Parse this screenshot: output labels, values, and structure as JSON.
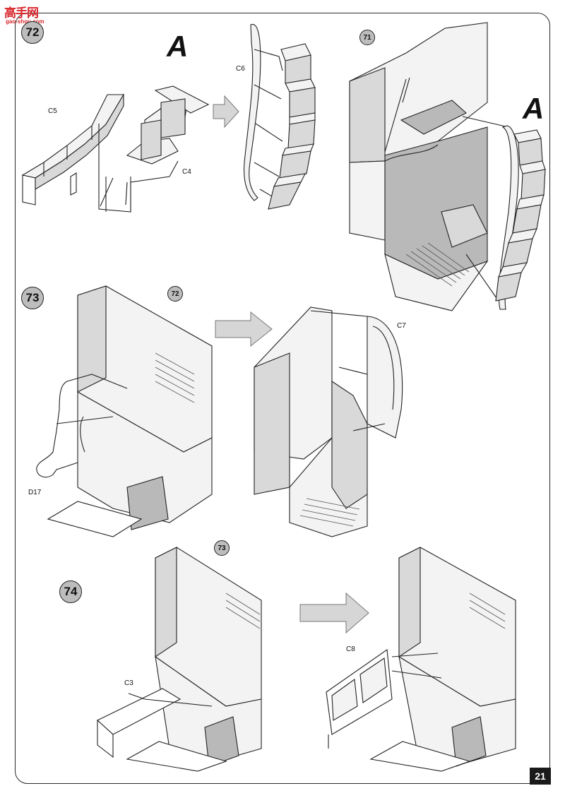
{
  "watermark": {
    "name": "高手网",
    "url": "gao-shou.com"
  },
  "sub_assembly_letter": "A",
  "steps": [
    {
      "number": "72"
    },
    {
      "number": "73"
    },
    {
      "number": "74"
    }
  ],
  "references": [
    {
      "number": "71"
    },
    {
      "number": "72"
    },
    {
      "number": "73"
    }
  ],
  "parts": {
    "c5": "C5",
    "c4": "C4",
    "c6": "C6",
    "c7": "C7",
    "d17": "D17",
    "c3": "C3",
    "c8": "C8"
  },
  "page_number": "21",
  "colors": {
    "badge_fill": "#bdbdbd",
    "line": "#222222",
    "arrow_fill": "#d6d6d6",
    "watermark": "#d8262b"
  }
}
